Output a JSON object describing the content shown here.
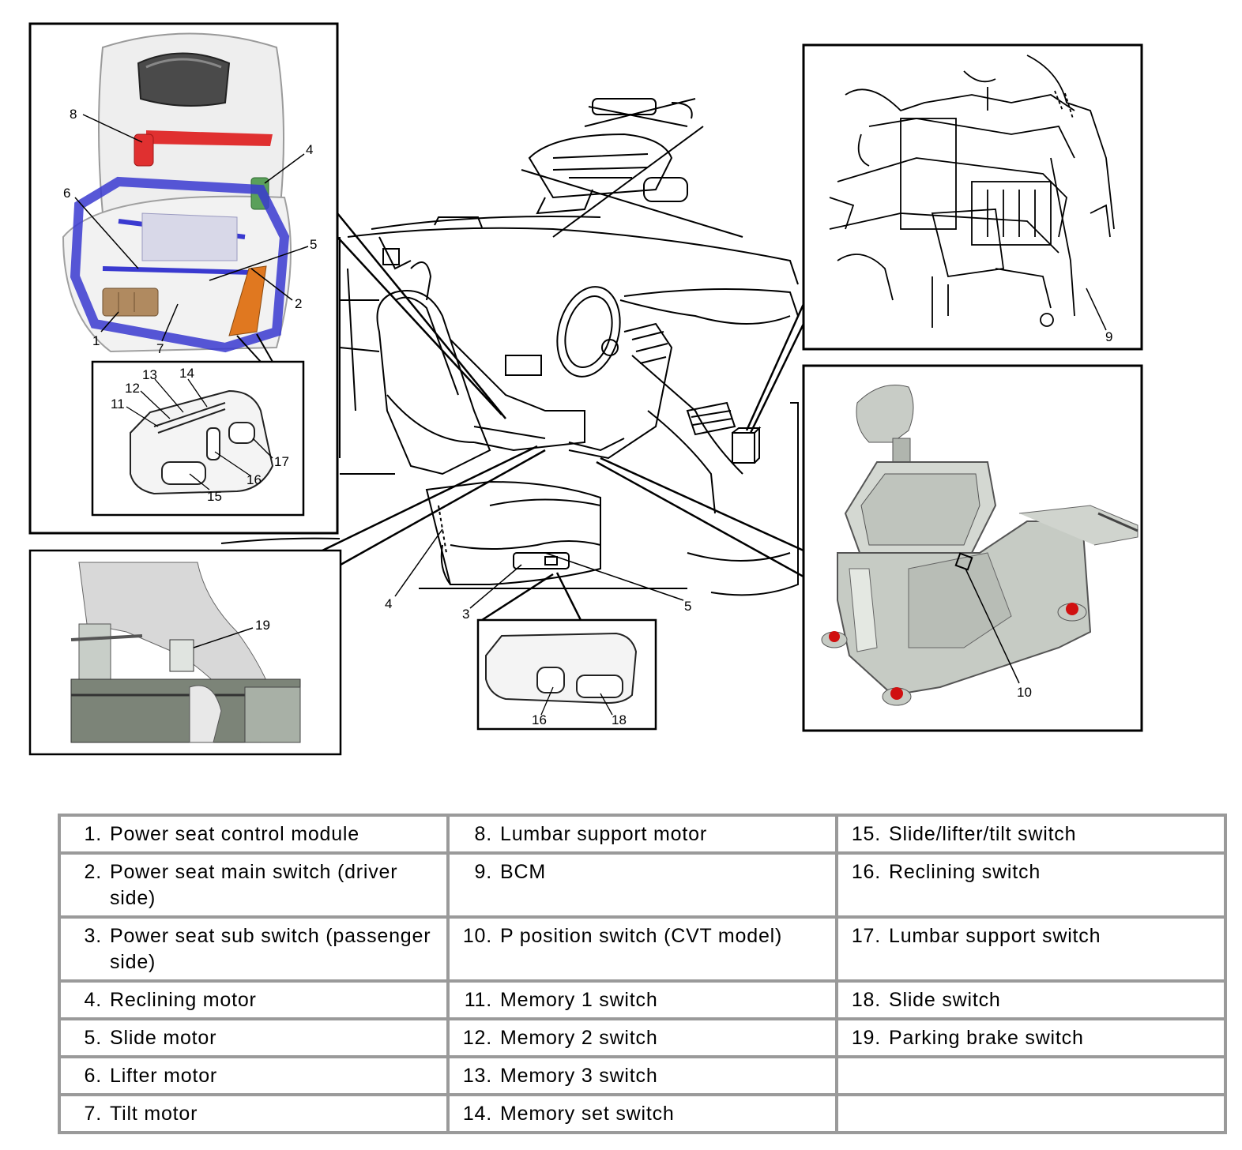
{
  "callouts": {
    "n1": "1",
    "n2": "2",
    "n3": "3",
    "n4": "4",
    "n4b": "4",
    "n5": "5",
    "n5b": "5",
    "n6": "6",
    "n7": "7",
    "n8": "8",
    "n9": "9",
    "n10": "10",
    "n11": "11",
    "n12": "12",
    "n13": "13",
    "n14": "14",
    "n15": "15",
    "n16": "16",
    "n16b": "16",
    "n17": "17",
    "n18": "18",
    "n19": "19"
  },
  "legend": {
    "col1": [
      {
        "num": "1.",
        "label": "Power seat control module"
      },
      {
        "num": "2.",
        "label": "Power seat main switch (driver side)"
      },
      {
        "num": "3.",
        "label": "Power seat sub switch (passenger side)"
      },
      {
        "num": "4.",
        "label": "Reclining motor"
      },
      {
        "num": "5.",
        "label": "Slide motor"
      },
      {
        "num": "6.",
        "label": "Lifter motor"
      },
      {
        "num": "7.",
        "label": "Tilt motor"
      }
    ],
    "col2": [
      {
        "num": "8.",
        "label": "Lumbar support motor"
      },
      {
        "num": "9.",
        "label": "BCM"
      },
      {
        "num": "10.",
        "label": "P position switch (CVT model)"
      },
      {
        "num": "11.",
        "label": "Memory 1 switch"
      },
      {
        "num": "12.",
        "label": "Memory 2 switch"
      },
      {
        "num": "13.",
        "label": "Memory 3 switch"
      },
      {
        "num": "14.",
        "label": "Memory set switch"
      }
    ],
    "col3": [
      {
        "num": "15.",
        "label": "Slide/lifter/tilt switch"
      },
      {
        "num": "16.",
        "label": "Reclining switch"
      },
      {
        "num": "17.",
        "label": "Lumbar support switch"
      },
      {
        "num": "18.",
        "label": "Slide switch"
      },
      {
        "num": "19.",
        "label": "Parking brake switch"
      }
    ]
  },
  "colors": {
    "frame_blue": "#3a3ad0",
    "lumbar_red": "#e03030",
    "motor_green": "#5aa05a",
    "module_tan": "#b08a60",
    "switch_orange": "#e07820",
    "bolt_red": "#d01010",
    "table_border": "#9a9a9a"
  }
}
